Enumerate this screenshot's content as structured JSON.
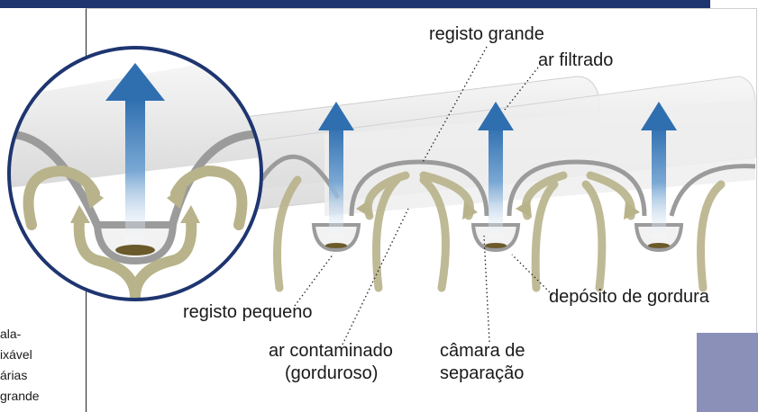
{
  "labels": {
    "registo_grande": "registo grande",
    "ar_filtrado": "ar filtrado",
    "registo_pequeno": "registo pequeno",
    "ar_contaminado_1": "ar contaminado",
    "ar_contaminado_2": "(gorduroso)",
    "camara_1": "câmara de",
    "camara_2": "separação",
    "deposito": "depósito de gordura"
  },
  "side_text": [
    "ala-",
    "ixável",
    "árias",
    "grande"
  ],
  "colors": {
    "header": "#1e3570",
    "tube": "#e6e6e6",
    "baffle": "#9b9b9b",
    "grease_arrow": "#b8b38a",
    "filtered_arrow": "#2f6fb0",
    "grease_deposit": "#6b5a2a",
    "circle_border": "#1e3570",
    "side_block": "#8a90b8"
  }
}
